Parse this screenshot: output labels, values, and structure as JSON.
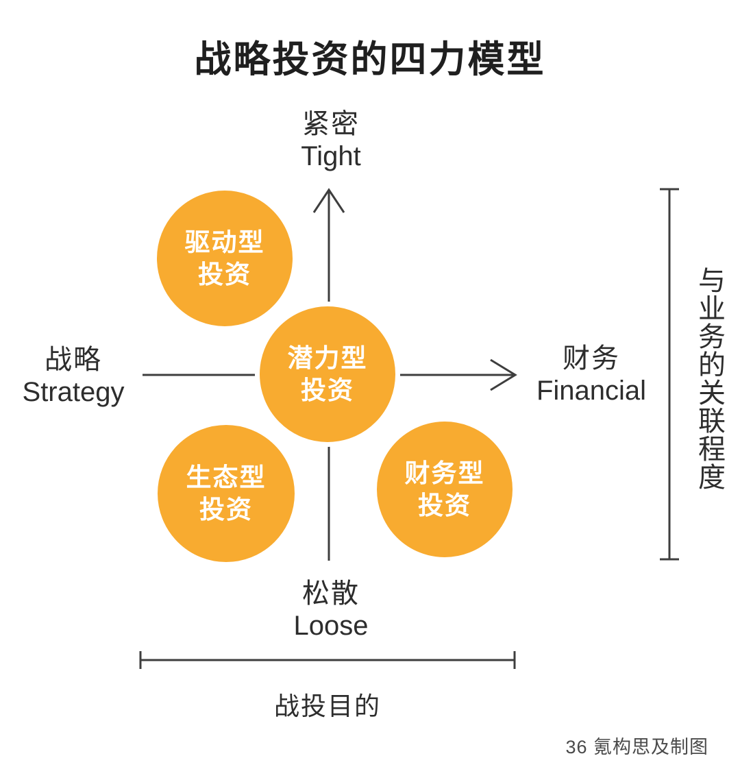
{
  "title": "战略投资的四力模型",
  "axes": {
    "top": {
      "zh": "紧密",
      "en": "Tight"
    },
    "bottom": {
      "zh": "松散",
      "en": "Loose"
    },
    "left": {
      "zh": "战略",
      "en": "Strategy"
    },
    "right": {
      "zh": "财务",
      "en": "Financial"
    }
  },
  "circles": {
    "drive": {
      "line1": "驱动型",
      "line2": "投资"
    },
    "potential": {
      "line1": "潜力型",
      "line2": "投资"
    },
    "eco": {
      "line1": "生态型",
      "line2": "投资"
    },
    "financial": {
      "line1": "财务型",
      "line2": "投资"
    }
  },
  "brackets": {
    "right_label": "与业务的关联程度",
    "bottom_label": "战投目的"
  },
  "credit": "36 氪构思及制图",
  "colors": {
    "circle_fill": "#F8AB30",
    "line": "#3E3E3E",
    "title_text": "#1F1F1F",
    "label_text": "#2D2D2D",
    "circle_text": "#FFFFFF"
  }
}
